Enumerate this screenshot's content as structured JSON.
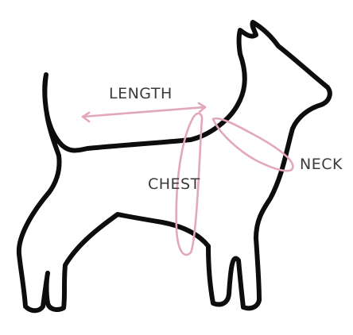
{
  "labels": {
    "length": "LENGTH",
    "chest": "CHEST",
    "neck": "NECK"
  },
  "colors": {
    "outline": "#0d0d0d",
    "measure": "#e2a7bf",
    "text": "#3a3a3a",
    "background": "#ffffff"
  },
  "icons": {
    "figure": "dog-silhouette-icon",
    "length_marker": "double-arrow-icon"
  }
}
